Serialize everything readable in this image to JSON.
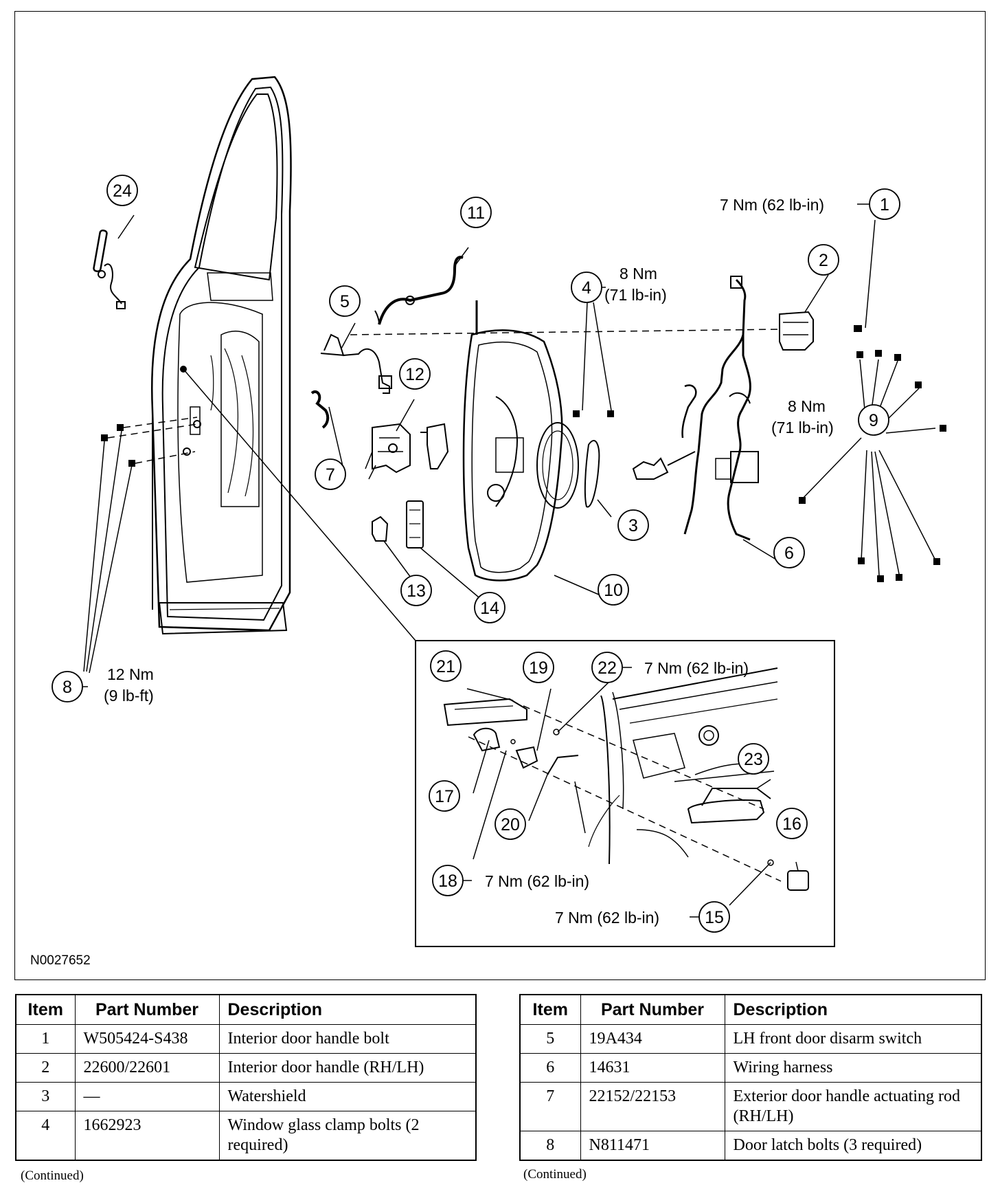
{
  "diagram": {
    "figure_id": "N0027652",
    "callouts": [
      "1",
      "2",
      "3",
      "4",
      "5",
      "6",
      "7",
      "8",
      "9",
      "10",
      "11",
      "12",
      "13",
      "14",
      "15",
      "16",
      "17",
      "18",
      "19",
      "20",
      "21",
      "22",
      "23",
      "24"
    ],
    "torque_labels": {
      "t1": "7 Nm (62 lb-in)",
      "t4a": "8 Nm",
      "t4b": "(71 lb-in)",
      "t9a": "8 Nm",
      "t9b": "(71 lb-in)",
      "t8a": "12 Nm",
      "t8b": "(9 lb-ft)",
      "t22": "7 Nm (62 lb-in)",
      "t18": "7 Nm (62 lb-in)",
      "t15": "7 Nm (62 lb-in)"
    }
  },
  "tables": [
    {
      "headers": [
        "Item",
        "Part Number",
        "Description"
      ],
      "rows": [
        {
          "item": "1",
          "part": "W505424-S438",
          "desc": "Interior door handle bolt"
        },
        {
          "item": "2",
          "part": "22600/22601",
          "desc": "Interior door handle (RH/LH)"
        },
        {
          "item": "3",
          "part": "—",
          "desc": "Watershield"
        },
        {
          "item": "4",
          "part": "1662923",
          "desc": "Window glass clamp bolts (2 required)"
        }
      ],
      "footnote": "(Continued)"
    },
    {
      "headers": [
        "Item",
        "Part Number",
        "Description"
      ],
      "rows": [
        {
          "item": "5",
          "part": "19A434",
          "desc": "LH front door disarm switch"
        },
        {
          "item": "6",
          "part": "14631",
          "desc": "Wiring harness"
        },
        {
          "item": "7",
          "part": "22152/22153",
          "desc": "Exterior door handle actuating rod (RH/LH)"
        },
        {
          "item": "8",
          "part": "N811471",
          "desc": "Door latch bolts (3 required)"
        }
      ],
      "footnote": "(Continued)"
    }
  ]
}
